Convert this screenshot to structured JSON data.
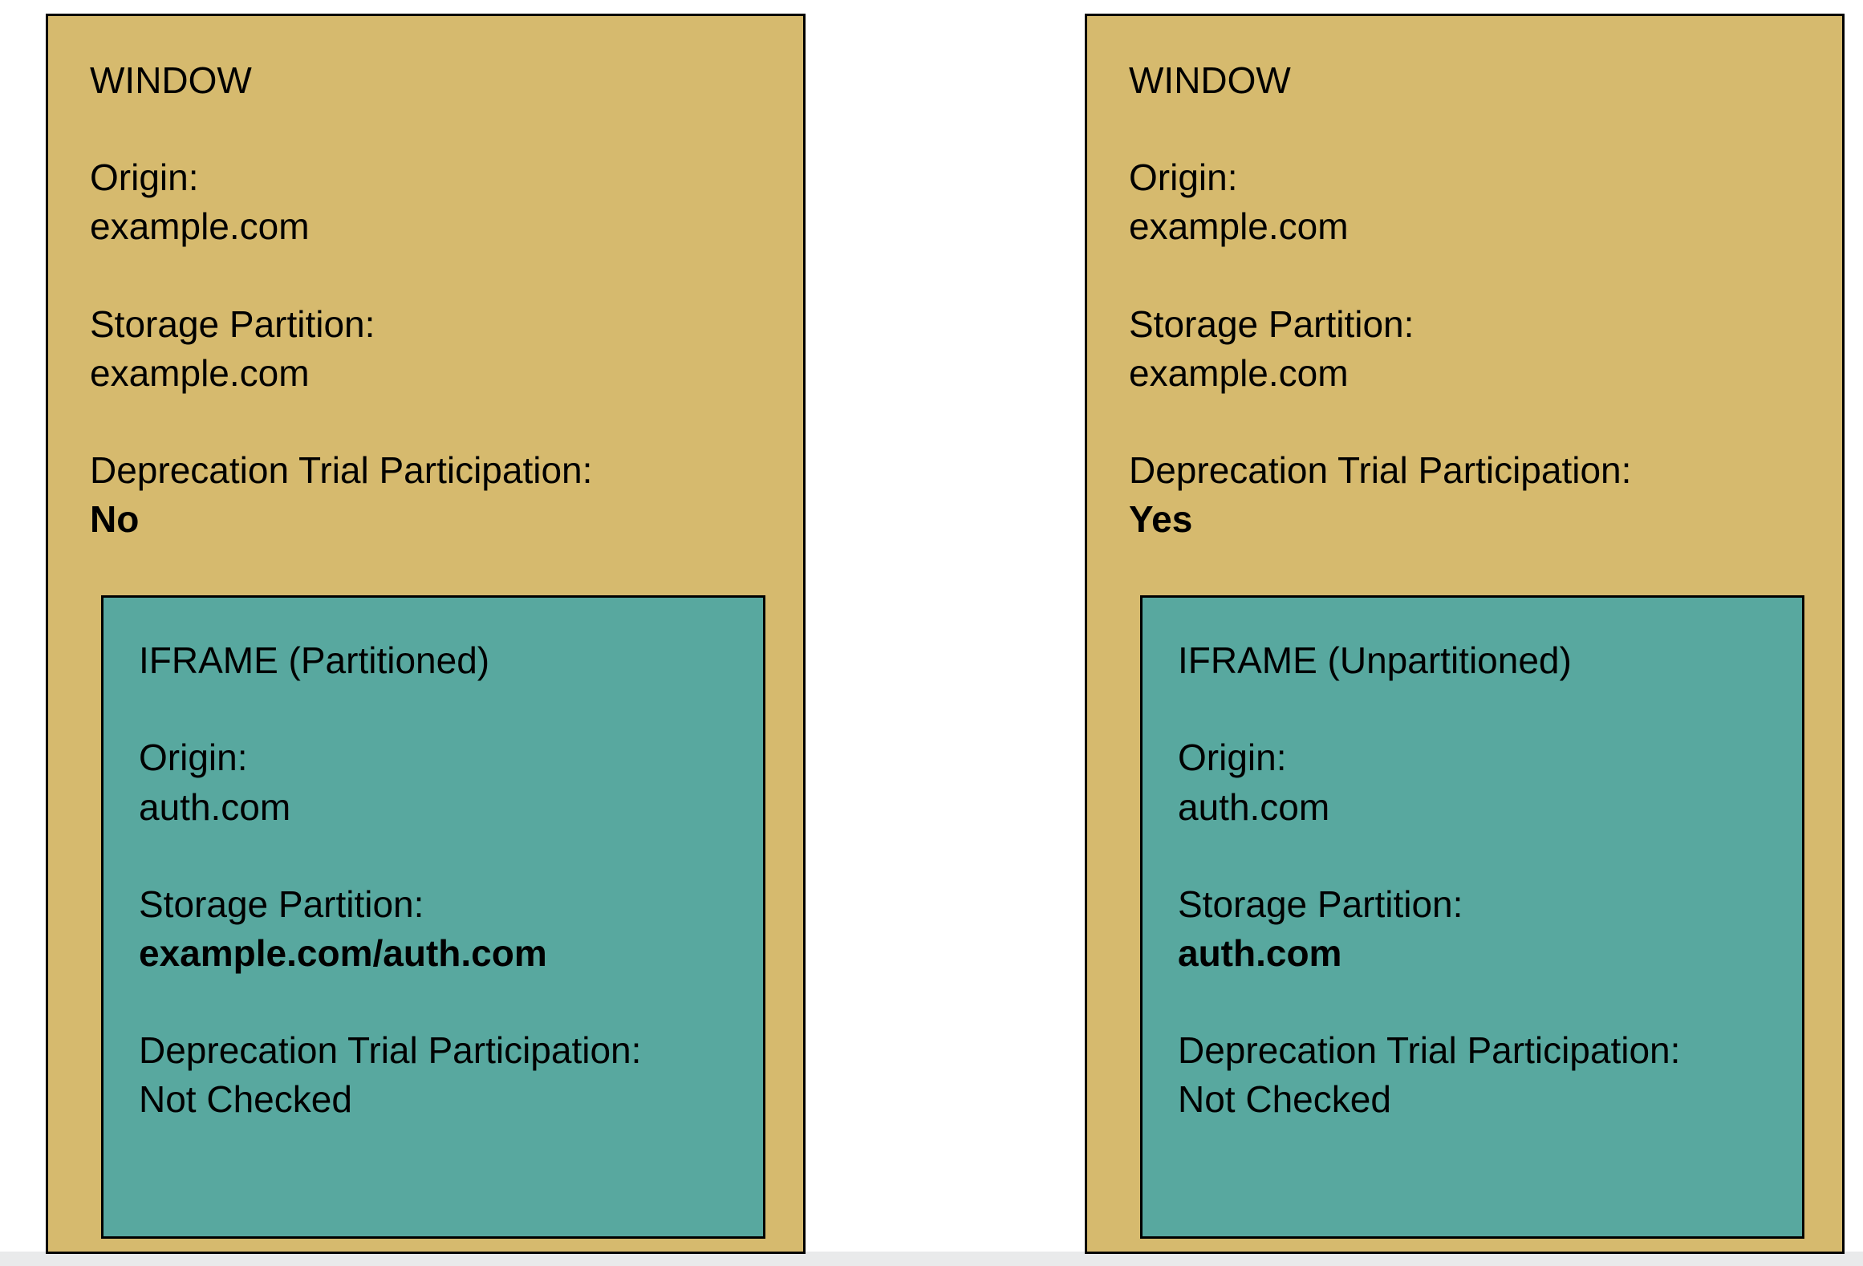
{
  "colors": {
    "window_bg": "#d6ba6e",
    "iframe_bg": "#58a89f",
    "border": "#000000",
    "page_bg": "#ffffff",
    "bottom_strip": "#e9eaeb"
  },
  "panels": [
    {
      "title": "WINDOW",
      "origin_label": "Origin:",
      "origin_value": "example.com",
      "storage_label": "Storage Partition:",
      "storage_value": "example.com",
      "trial_label": "Deprecation Trial Participation:",
      "trial_value": "No",
      "iframe": {
        "title": "IFRAME (Partitioned)",
        "origin_label": "Origin:",
        "origin_value": "auth.com",
        "storage_label": "Storage Partition:",
        "storage_value": "example.com/auth.com",
        "trial_label": "Deprecation Trial Participation:",
        "trial_value": "Not Checked"
      }
    },
    {
      "title": "WINDOW",
      "origin_label": "Origin:",
      "origin_value": "example.com",
      "storage_label": "Storage Partition:",
      "storage_value": "example.com",
      "trial_label": "Deprecation Trial Participation:",
      "trial_value": "Yes",
      "iframe": {
        "title": "IFRAME (Unpartitioned)",
        "origin_label": "Origin:",
        "origin_value": "auth.com",
        "storage_label": "Storage Partition:",
        "storage_value": "auth.com",
        "trial_label": "Deprecation Trial Participation:",
        "trial_value": "Not Checked"
      }
    }
  ]
}
